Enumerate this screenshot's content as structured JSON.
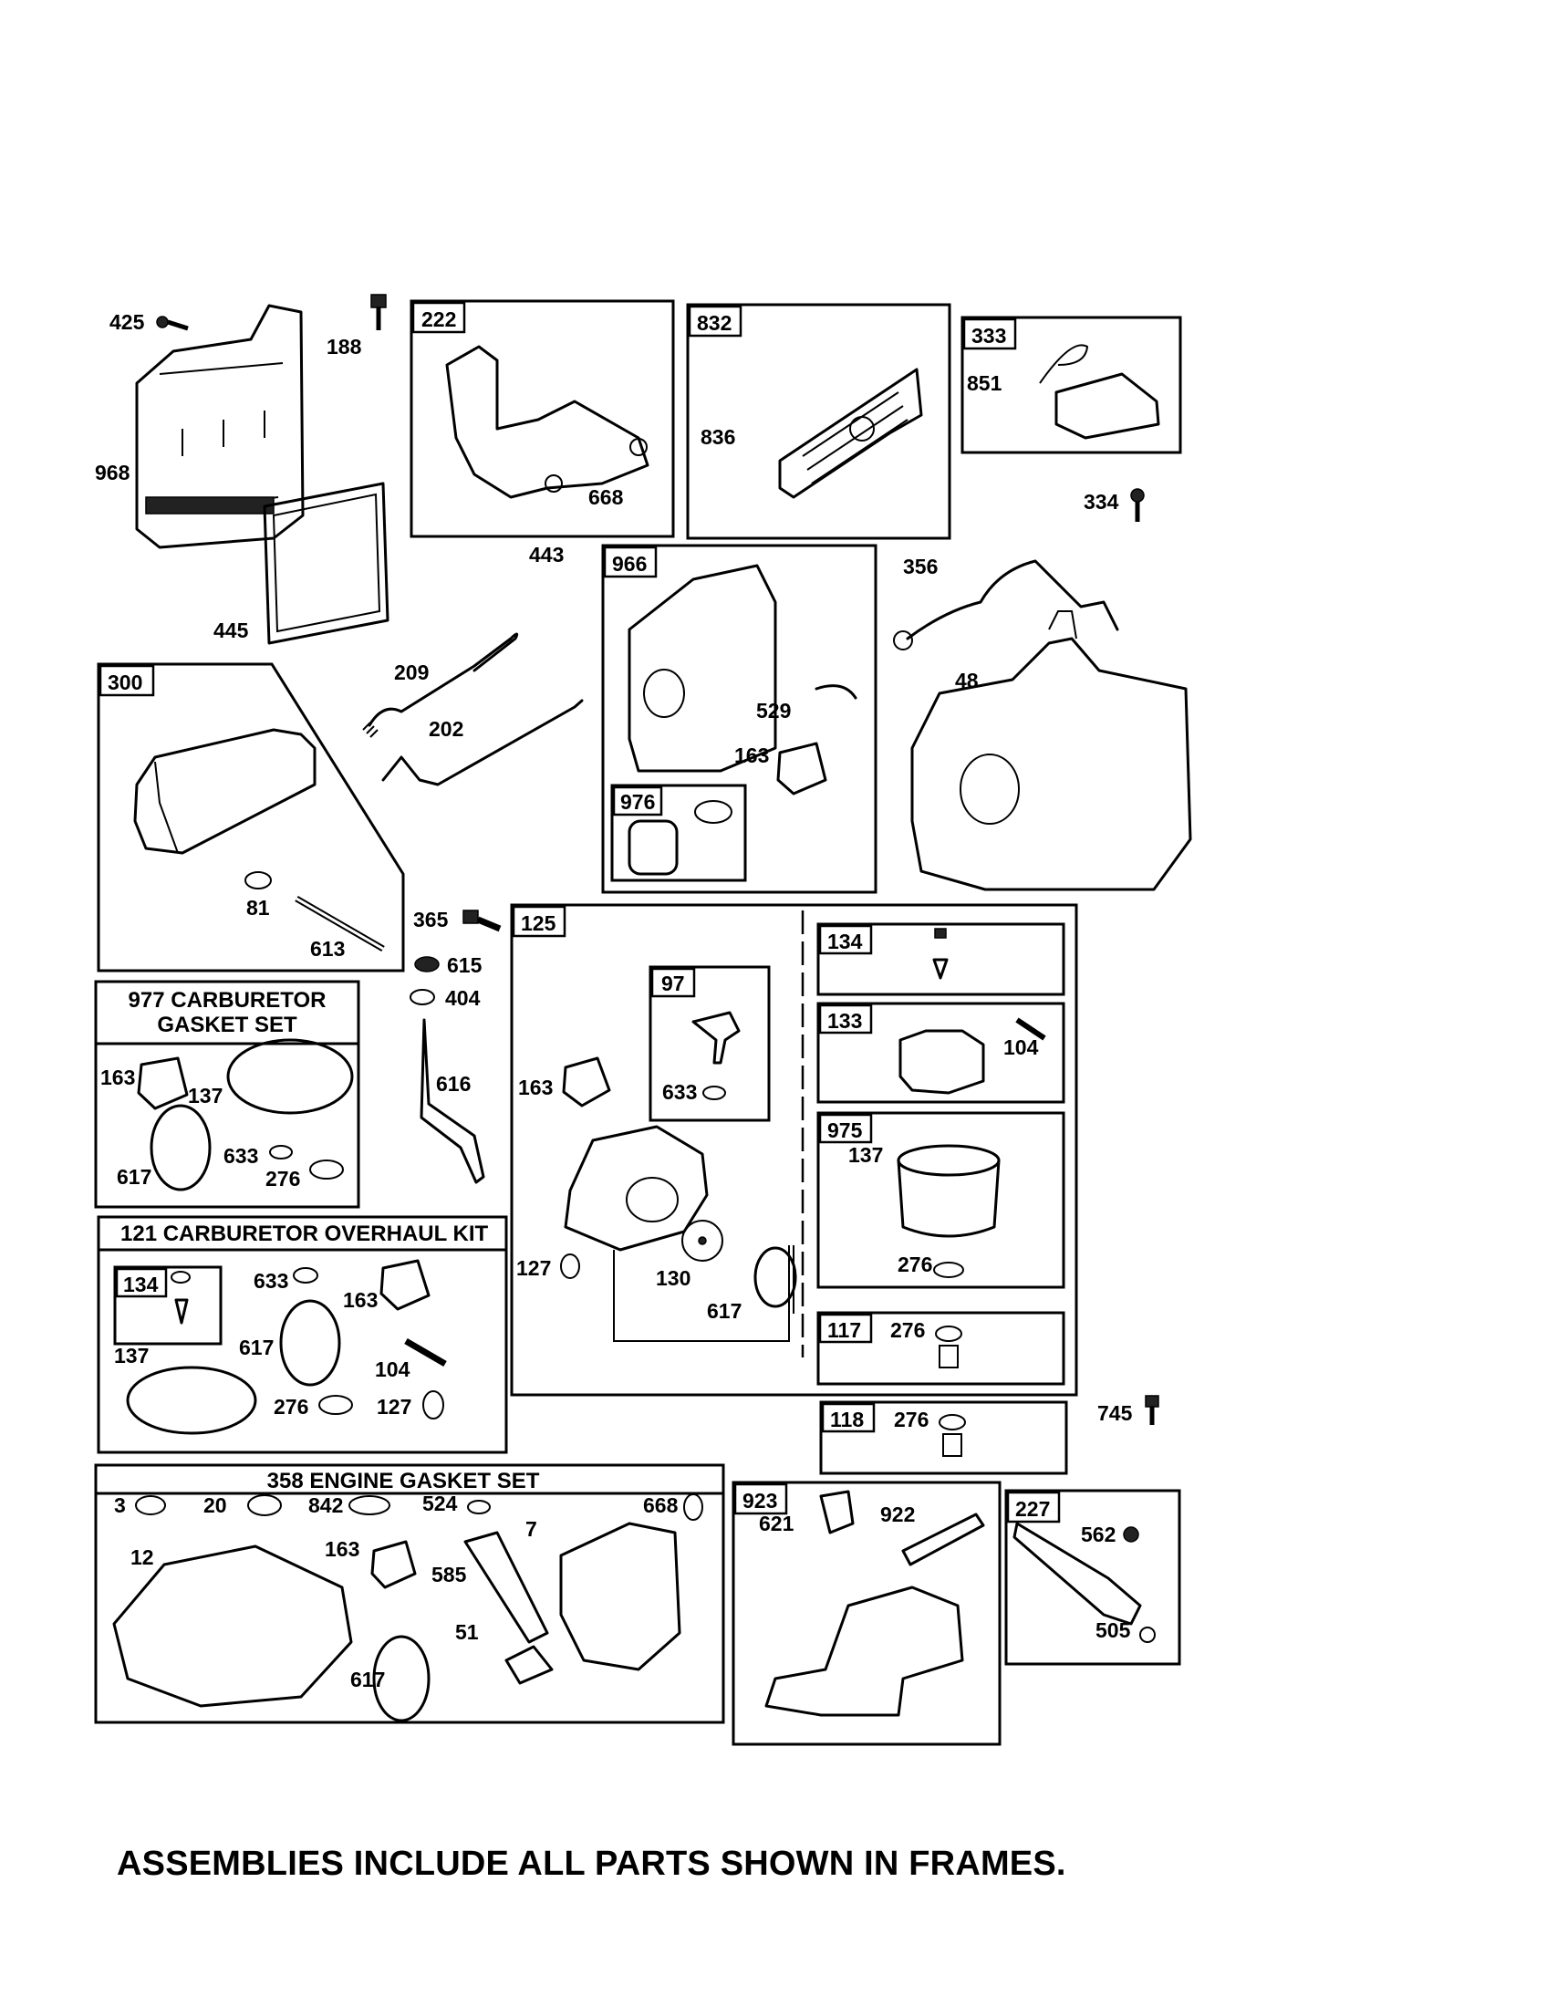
{
  "frames": {
    "f222": "222",
    "f832": "832",
    "f333": "333",
    "f966": "966",
    "f976": "976",
    "f300": "300",
    "f125": "125",
    "f97": "97",
    "f134a": "134",
    "f133": "133",
    "f975": "975",
    "f117": "117",
    "f118": "118",
    "f134b": "134",
    "f923": "923",
    "f227": "227"
  },
  "kits": {
    "carb_gasket_line1": "977 CARBURETOR",
    "carb_gasket_line2": "GASKET SET",
    "overhaul": "121 CARBURETOR OVERHAUL KIT",
    "engine_gasket": "358 ENGINE GASKET SET"
  },
  "parts": {
    "p425": "425",
    "p188": "188",
    "p968": "968",
    "p445": "445",
    "p668a": "668",
    "p836": "836",
    "p851": "851",
    "p334": "334",
    "p443": "443",
    "p356": "356",
    "p209": "209",
    "p202": "202",
    "p529": "529",
    "p163a": "163",
    "p48": "48",
    "p81": "81",
    "p613": "613",
    "p365": "365",
    "p615": "615",
    "p404": "404",
    "p616": "616",
    "p163b": "163",
    "p137a": "137",
    "p617a": "617",
    "p633a": "633",
    "p276a": "276",
    "p163c": "163",
    "p633b": "633",
    "p127a": "127",
    "p130": "130",
    "p617b": "617",
    "p104a": "104",
    "p137b": "137",
    "p276b": "276",
    "p276c": "276",
    "p276d": "276",
    "p745": "745",
    "p633c": "633",
    "p163d": "163",
    "p617c": "617",
    "p137c": "137",
    "p104b": "104",
    "p276e": "276",
    "p127b": "127",
    "p3": "3",
    "p20": "20",
    "p842": "842",
    "p524": "524",
    "p668b": "668",
    "p7": "7",
    "p12": "12",
    "p163e": "163",
    "p585": "585",
    "p51": "51",
    "p617d": "617",
    "p621": "621",
    "p922": "922",
    "p562": "562",
    "p505": "505"
  },
  "footer": "ASSEMBLIES INCLUDE ALL PARTS SHOWN IN FRAMES."
}
